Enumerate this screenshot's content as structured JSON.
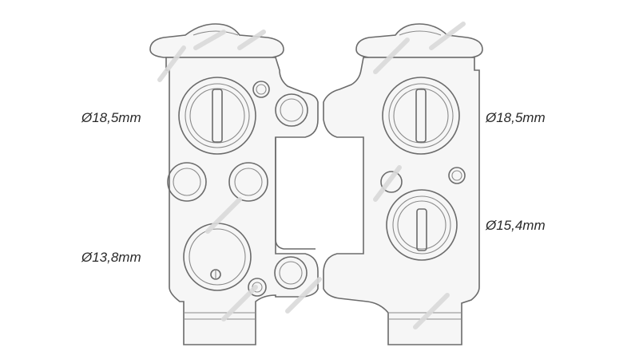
{
  "labels": {
    "left_top": "Ø18,5mm",
    "left_bottom": "Ø13,8mm",
    "right_top": "Ø18,5mm",
    "right_bottom": "Ø15,4mm"
  },
  "colors": {
    "line": "#6b6b6b",
    "body": "#f6f6f6",
    "watermark": "#d9d9d9"
  }
}
